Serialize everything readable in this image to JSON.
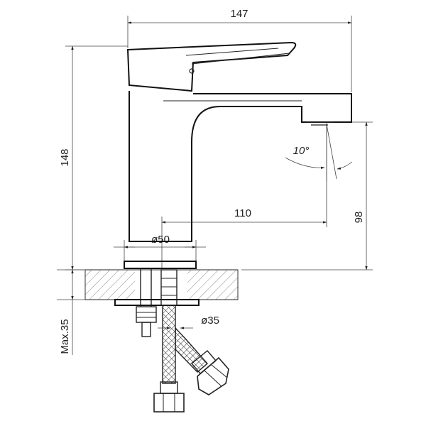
{
  "drawing": {
    "dimensions": {
      "total_length": "147",
      "total_height": "148",
      "spout_reach": "110",
      "spout_height": "98",
      "base_diameter": "ø50",
      "hole_diameter": "ø35",
      "max_deck": "Max.35",
      "flow_angle": "10°"
    },
    "line_color": "#111111"
  }
}
